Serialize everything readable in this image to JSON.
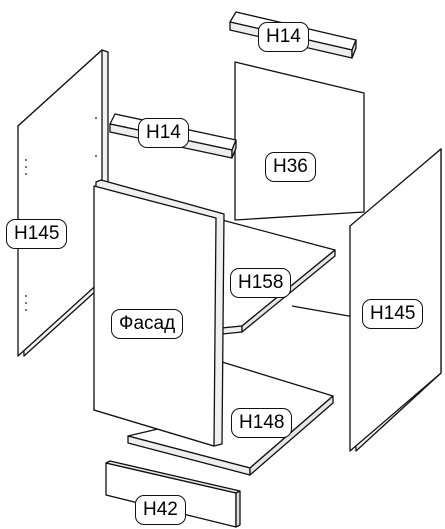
{
  "parts": {
    "top_small_shelf": "H14",
    "inner_small_shelf": "H14",
    "back_panel": "H36",
    "left_side": "H145",
    "right_side": "H145",
    "middle_shelf": "H158",
    "front_door": "Фасад",
    "bottom_shelf": "H148",
    "plinth": "H42"
  },
  "colors": {
    "line": "#111111",
    "panel": "#ffffff",
    "edge": "#e6e6e6",
    "background": "#ffffff"
  }
}
